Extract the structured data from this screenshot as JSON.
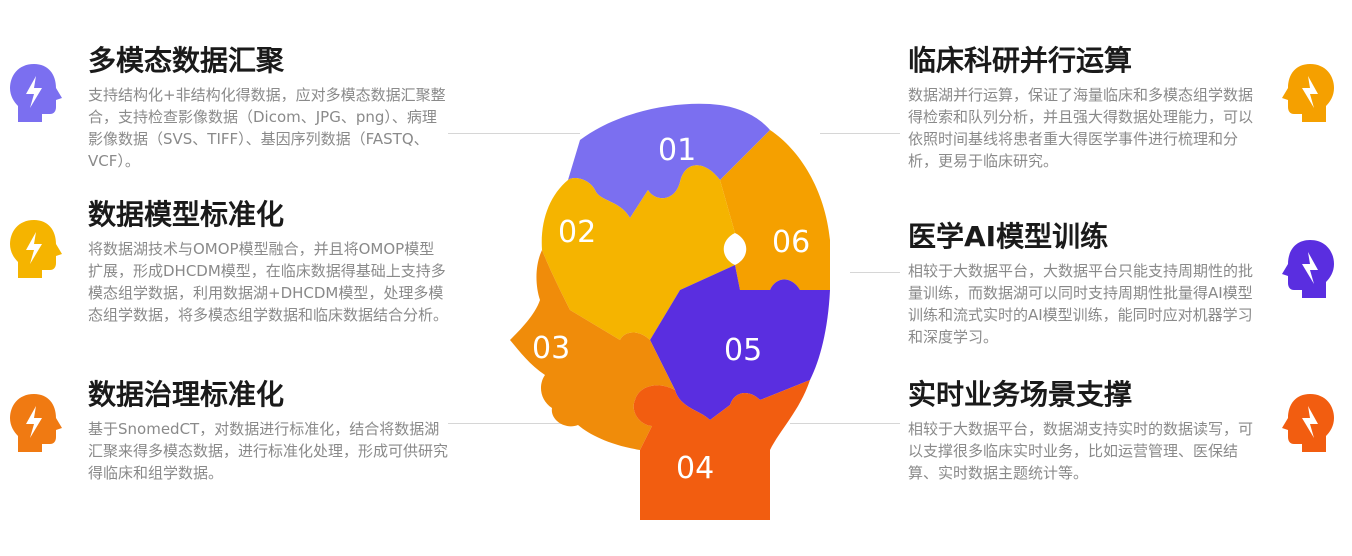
{
  "left_items": [
    {
      "title": "多模态数据汇聚",
      "desc": "支持结构化+非结构化得数据，应对多模态数据汇聚整合，支持检查影像数据（Dicom、JPG、png）、病理影像数据（SVS、TIFF）、基因序列数据（FASTQ、VCF）。",
      "icon": "lightning-head-icon",
      "color": "#7b6ff0"
    },
    {
      "title": "数据模型标准化",
      "desc": "将数据湖技术与OMOP模型融合，并且将OMOP模型扩展，形成DHCDM模型，在临床数据得基础上支持多模态组学数据，利用数据湖+DHCDM模型，处理多模态组学数据，将多模态组学数据和临床数据结合分析。",
      "icon": "lightning-head-icon",
      "color": "#f5b400"
    },
    {
      "title": "数据治理标准化",
      "desc": "基于SnomedCT，对数据进行标准化，结合将数据湖汇聚来得多模态数据，进行标准化处理，形成可供研究得临床和组学数据。",
      "icon": "lightning-head-icon",
      "color": "#f07a12"
    }
  ],
  "right_items": [
    {
      "title": "临床科研并行运算",
      "desc": "数据湖并行运算，保证了海量临床和多模态组学数据得检索和队列分析，并且强大得数据处理能力，可以依照时间基线将患者重大得医学事件进行梳理和分析，更易于临床研究。",
      "icon": "lightning-head-icon",
      "color": "#f5a000"
    },
    {
      "title": "医学AI模型训练",
      "desc": "相较于大数据平台，大数据平台只能支持周期性的批量训练，而数据湖可以同时支持周期性批量得AI模型训练和流式实时的AI模型训练，能同时应对机器学习和深度学习。",
      "icon": "lightning-head-icon",
      "color": "#5a2ee0"
    },
    {
      "title": "实时业务场景支撑",
      "desc": "相较于大数据平台，数据湖支持实时的数据读写，可以支撑很多临床实时业务，比如运营管理、医保结算、实时数据主题统计等。",
      "icon": "lightning-head-icon",
      "color": "#f25d10"
    }
  ],
  "puzzle": {
    "numbers": [
      "01",
      "02",
      "03",
      "04",
      "05",
      "06"
    ],
    "colors": {
      "p01": "#7b6ff0",
      "p02": "#f5b400",
      "p03": "#f08c0a",
      "p04": "#f25d10",
      "p05": "#5a2ee0",
      "p06": "#f5a000"
    }
  }
}
